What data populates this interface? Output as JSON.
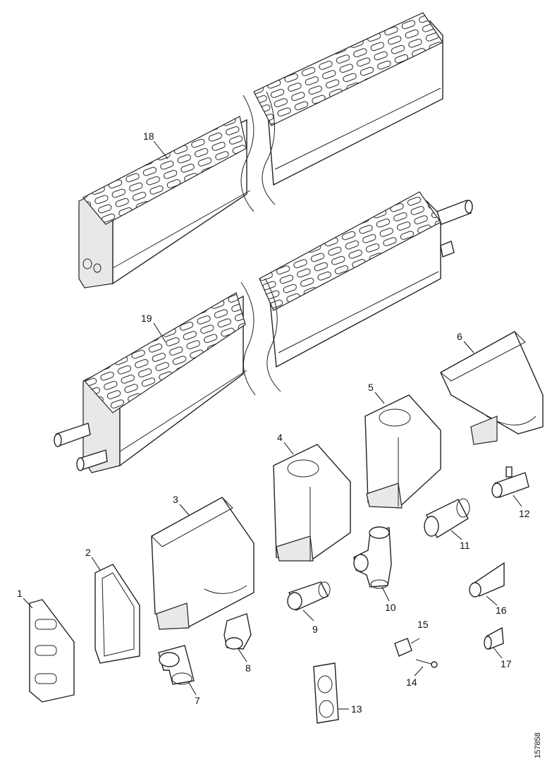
{
  "callouts": {
    "c1": "1",
    "c2": "2",
    "c3": "3",
    "c4": "4",
    "c5": "5",
    "c6": "6",
    "c7": "7",
    "c8": "8",
    "c9": "9",
    "c10": "10",
    "c11": "11",
    "c12": "12",
    "c13": "13",
    "c14": "14",
    "c15": "15",
    "c16": "16",
    "c17": "17",
    "c18": "18",
    "c19": "19"
  },
  "reference_number": "157858",
  "colors": {
    "line": "#222222",
    "background": "#ffffff",
    "shade": "#e8e8e8"
  }
}
